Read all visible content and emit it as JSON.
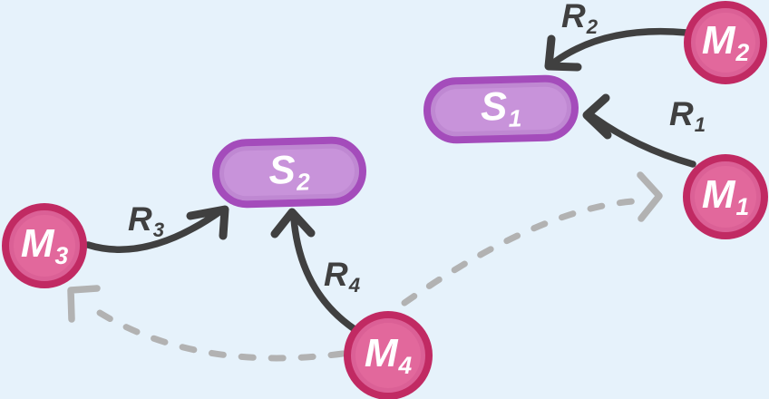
{
  "diagram": {
    "type": "node-link-graph",
    "description": "Network diagram with four circular metabolite nodes (M1-M4) and two pill-shaped nodes (S1, S2) connected by solid reaction arrows labeled R1-R4 plus two dashed gray arrows from M4",
    "nodes": {
      "s1": {
        "label": "S",
        "sub": "1",
        "shape": "pill"
      },
      "s2": {
        "label": "S",
        "sub": "2",
        "shape": "pill"
      },
      "m1": {
        "label": "M",
        "sub": "1",
        "shape": "circle"
      },
      "m2": {
        "label": "M",
        "sub": "2",
        "shape": "circle"
      },
      "m3": {
        "label": "M",
        "sub": "3",
        "shape": "circle"
      },
      "m4": {
        "label": "M",
        "sub": "4",
        "shape": "circle"
      }
    },
    "edge_labels": {
      "r1": {
        "label": "R",
        "sub": "1"
      },
      "r2": {
        "label": "R",
        "sub": "2"
      },
      "r3": {
        "label": "R",
        "sub": "3"
      },
      "r4": {
        "label": "R",
        "sub": "4"
      }
    },
    "edges": [
      {
        "from": "M1",
        "to": "S1",
        "label": "R1",
        "line_style": "solid"
      },
      {
        "from": "M2",
        "to": "S1",
        "label": "R2",
        "line_style": "solid"
      },
      {
        "from": "M3",
        "to": "S2",
        "label": "R3",
        "line_style": "solid"
      },
      {
        "from": "M4",
        "to": "S2",
        "label": "R4",
        "line_style": "solid"
      },
      {
        "from": "M4",
        "to": "M1",
        "label": "",
        "line_style": "dashed"
      },
      {
        "from": "M4",
        "to": "M3",
        "label": "",
        "line_style": "dashed"
      }
    ]
  },
  "theme": {
    "background": "#e6f2fb",
    "metabolite-fill": "#e2689c",
    "metabolite-border": "#c12a63",
    "site-fill": "#c893da",
    "site-border": "#a44cbb",
    "node-text": "#ffffff",
    "arrow-dark": "#404040",
    "arrow-gray": "#b2b2b2"
  }
}
